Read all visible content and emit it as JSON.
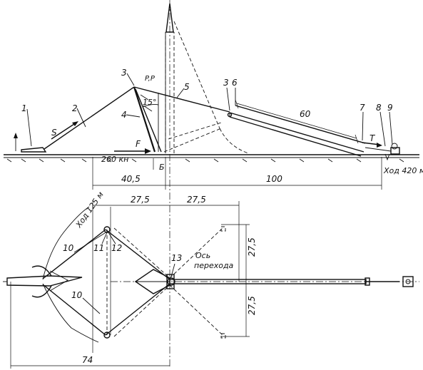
{
  "top_view": {
    "callouts": [
      "1",
      "2",
      "3",
      "4",
      "5",
      "3",
      "6",
      "7",
      "8",
      "9"
    ],
    "force_labels": {
      "s": "S",
      "f": "F",
      "t": "T",
      "pp1": "P,P",
      "force_260": "260 кн"
    },
    "angle": "15°",
    "point_b": "Б",
    "length_60": "60",
    "stroke_420": "Ход 420 м",
    "dims": {
      "d40": "40,5",
      "d100": "100"
    }
  },
  "bottom_view": {
    "dims_top": [
      "27,5",
      "27,5"
    ],
    "dims_right": [
      "27,5",
      "27,5"
    ],
    "dim_74": "74",
    "stroke_125": "Ход 125 м",
    "callouts": [
      "10",
      "10",
      "11",
      "12",
      "13"
    ],
    "axis_label": [
      "Ось",
      "перехода"
    ]
  }
}
